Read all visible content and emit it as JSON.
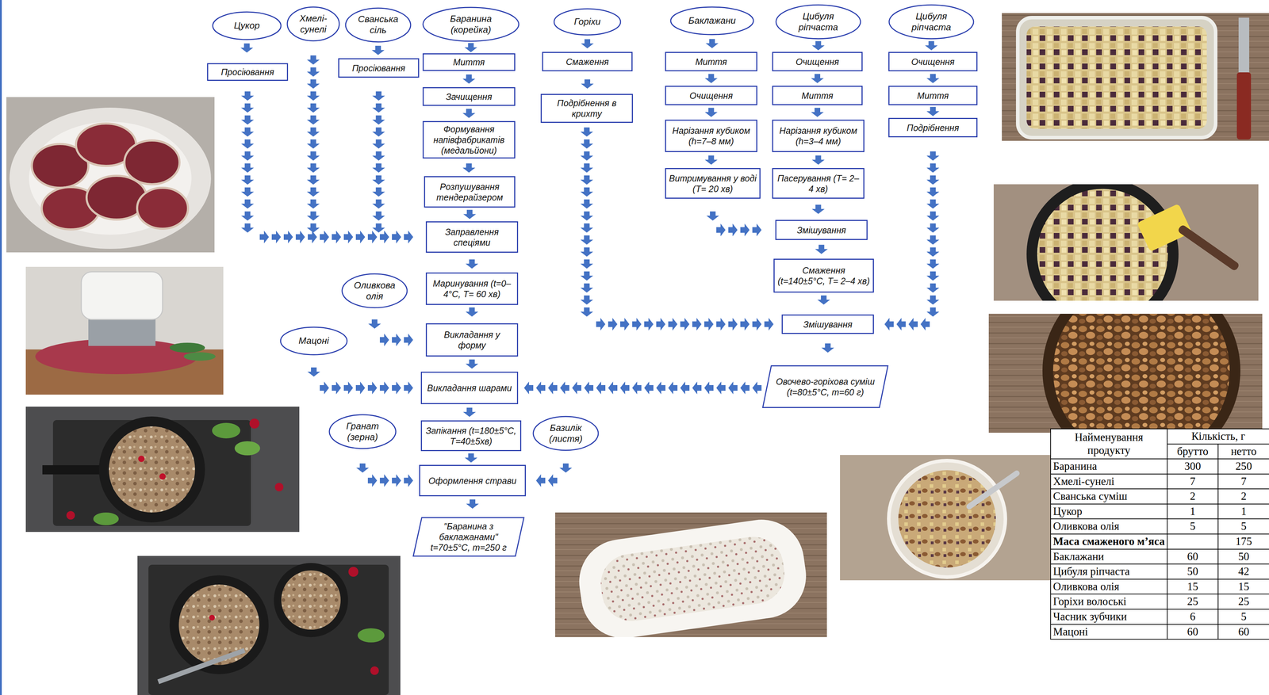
{
  "diagram": {
    "nodes": [
      {
        "text": [
          "Цукор"
        ]
      },
      {
        "text": [
          "Просіювання"
        ]
      },
      {
        "text": [
          "Хмелі-сунелі"
        ]
      },
      {
        "text": [
          "Сванська сіль"
        ]
      },
      {
        "text": [
          "Просіювання"
        ]
      },
      {
        "text": [
          "Баранина (корейка)"
        ]
      },
      {
        "text": [
          "Миття"
        ]
      },
      {
        "text": [
          "Зачищення"
        ]
      },
      {
        "text": [
          "Формування напівфабрикатів (медальйони)"
        ]
      },
      {
        "text": [
          "Розпушування тендерайзером"
        ]
      },
      {
        "text": [
          "Заправлення спеціями"
        ]
      },
      {
        "text": [
          "Маринування (t=0–4°C, T= 60 хв)"
        ]
      },
      {
        "text": [
          "Викладання у форму"
        ]
      },
      {
        "text": [
          "Викладання шарами"
        ]
      },
      {
        "text": [
          "Запікання (t=180±5°C, T=40±5хв)"
        ]
      },
      {
        "text": [
          "Оформлення страви"
        ]
      },
      {
        "text": [
          "\"Баранина з баклажанами\" t=70±5°C, m=250 г"
        ]
      },
      {
        "text": [
          "Горіхи"
        ]
      },
      {
        "text": [
          "Смаження"
        ]
      },
      {
        "text": [
          "Подрібнення в крихту"
        ]
      },
      {
        "text": [
          "Баклажани"
        ]
      },
      {
        "text": [
          "Миття"
        ]
      },
      {
        "text": [
          "Очищення"
        ]
      },
      {
        "text": [
          "Нарізання кубиком (h=7–8 мм)"
        ]
      },
      {
        "text": [
          "Витримування у воді (T= 20 хв)"
        ]
      },
      {
        "text": [
          "Цибуля ріпчаста"
        ]
      },
      {
        "text": [
          "Очищення"
        ]
      },
      {
        "text": [
          "Миття"
        ]
      },
      {
        "text": [
          "Нарізання кубиком (h=3–4 мм)"
        ]
      },
      {
        "text": [
          "Пасерування (T= 2–4 хв)"
        ]
      },
      {
        "text": [
          "Змішування"
        ]
      },
      {
        "text": [
          "Смаження (t=140±5°C, T= 2–4 хв)"
        ]
      },
      {
        "text": [
          "Змішування"
        ]
      },
      {
        "text": [
          "Овочево-горіхова суміш (t=80±5°C, m=60 г)"
        ]
      },
      {
        "text": [
          "Цибуля ріпчаста"
        ]
      },
      {
        "text": [
          "Очищення"
        ]
      },
      {
        "text": [
          "Миття"
        ]
      },
      {
        "text": [
          "Подрібнення"
        ]
      },
      {
        "text": [
          "Оливкова олія"
        ]
      },
      {
        "text": [
          "Мацоні"
        ]
      },
      {
        "text": [
          "Гранат (зерна)"
        ]
      },
      {
        "text": [
          "Базилік (листя)"
        ]
      }
    ],
    "edges": [
      {
        "from": 0,
        "to": 1,
        "arrow": "to"
      },
      {
        "from": 1,
        "to": 10,
        "arrow": "to"
      },
      {
        "from": 2,
        "to": 10,
        "arrow": "to"
      },
      {
        "from": 3,
        "to": 4,
        "arrow": "to"
      },
      {
        "from": 4,
        "to": 10,
        "arrow": "to"
      },
      {
        "from": 5,
        "to": 6,
        "arrow": "to"
      },
      {
        "from": 6,
        "to": 7,
        "arrow": "to"
      },
      {
        "from": 7,
        "to": 8,
        "arrow": "to"
      },
      {
        "from": 8,
        "to": 9,
        "arrow": "to"
      },
      {
        "from": 9,
        "to": 10,
        "arrow": "to"
      },
      {
        "from": 10,
        "to": 11,
        "arrow": "to"
      },
      {
        "from": 11,
        "to": 12,
        "arrow": "to"
      },
      {
        "from": 12,
        "to": 13,
        "arrow": "to"
      },
      {
        "from": 13,
        "to": 14,
        "arrow": "to"
      },
      {
        "from": 14,
        "to": 15,
        "arrow": "to"
      },
      {
        "from": 15,
        "to": 16,
        "arrow": "to"
      },
      {
        "from": 17,
        "to": 18,
        "arrow": "to"
      },
      {
        "from": 18,
        "to": 19,
        "arrow": "to"
      },
      {
        "from": 19,
        "to": 32,
        "arrow": "to"
      },
      {
        "from": 20,
        "to": 21,
        "arrow": "to"
      },
      {
        "from": 21,
        "to": 22,
        "arrow": "to"
      },
      {
        "from": 22,
        "to": 23,
        "arrow": "to"
      },
      {
        "from": 23,
        "to": 24,
        "arrow": "to"
      },
      {
        "from": 24,
        "to": 30,
        "arrow": "to"
      },
      {
        "from": 25,
        "to": 26,
        "arrow": "to"
      },
      {
        "from": 26,
        "to": 27,
        "arrow": "to"
      },
      {
        "from": 27,
        "to": 28,
        "arrow": "to"
      },
      {
        "from": 28,
        "to": 29,
        "arrow": "to"
      },
      {
        "from": 29,
        "to": 30,
        "arrow": "to"
      },
      {
        "from": 30,
        "to": 31,
        "arrow": "to"
      },
      {
        "from": 31,
        "to": 32,
        "arrow": "to"
      },
      {
        "from": 32,
        "to": 33,
        "arrow": "to"
      },
      {
        "from": 33,
        "to": 13,
        "arrow": "to"
      },
      {
        "from": 34,
        "to": 35,
        "arrow": "to"
      },
      {
        "from": 35,
        "to": 36,
        "arrow": "to"
      },
      {
        "from": 36,
        "to": 37,
        "arrow": "to"
      },
      {
        "from": 37,
        "to": 32,
        "arrow": "to"
      },
      {
        "from": 38,
        "to": 12,
        "arrow": "to"
      },
      {
        "from": 39,
        "to": 13,
        "arrow": "to"
      },
      {
        "from": 40,
        "to": 15,
        "arrow": "to"
      },
      {
        "from": 41,
        "to": 15,
        "arrow": "to"
      }
    ],
    "labels": [
      "Найменування продукту",
      "Кількість, г",
      "брутто",
      "нетто",
      "Баранина",
      "300",
      "250",
      "Хмелі-сунелі",
      "7",
      "7",
      "Сванська суміш",
      "2",
      "2",
      "Цукор",
      "1",
      "1",
      "Оливкова олія",
      "5",
      "5",
      "Маса смаженого м’яса",
      "175",
      "Баклажани",
      "60",
      "50",
      "Цибуля ріпчаста",
      "50",
      "42",
      "Оливкова олія",
      "15",
      "15",
      "Горіхи волоські",
      "25",
      "25",
      "Часник зубчики",
      "6",
      "5",
      "Мацоні",
      "60",
      "60"
    ]
  }
}
